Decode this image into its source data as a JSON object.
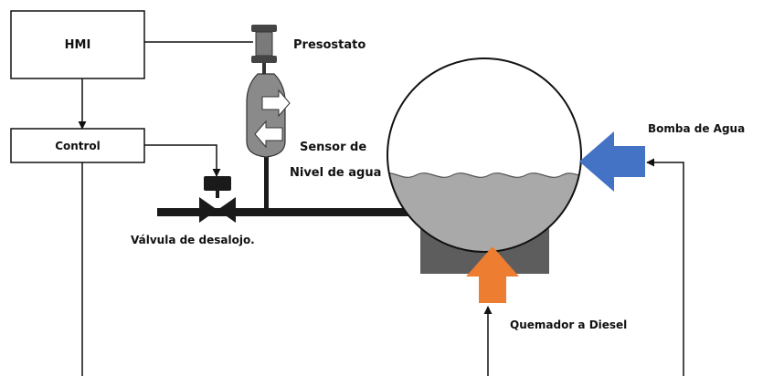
{
  "boxes": {
    "hmi": "HMI",
    "control": "Control"
  },
  "labels": {
    "pressure_switch": "Presostato",
    "level_sensor_line1": "Sensor de",
    "level_sensor_line2": "Nivel de agua",
    "water_pump": "Bomba de Agua",
    "drain_valve": "Válvula de desalojo.",
    "burner": "Quemador a Diesel"
  },
  "colors": {
    "line": "#111111",
    "pipe": "#1a1a1a",
    "tank_fill": "#ffffff",
    "water": "#a9a9a9",
    "furnace": "#5d5d5d",
    "burner_arrow": "#ed7d31",
    "pump_arrow": "#4472c4",
    "sensor_body": "#888888",
    "pressure_switch": "#707070"
  }
}
